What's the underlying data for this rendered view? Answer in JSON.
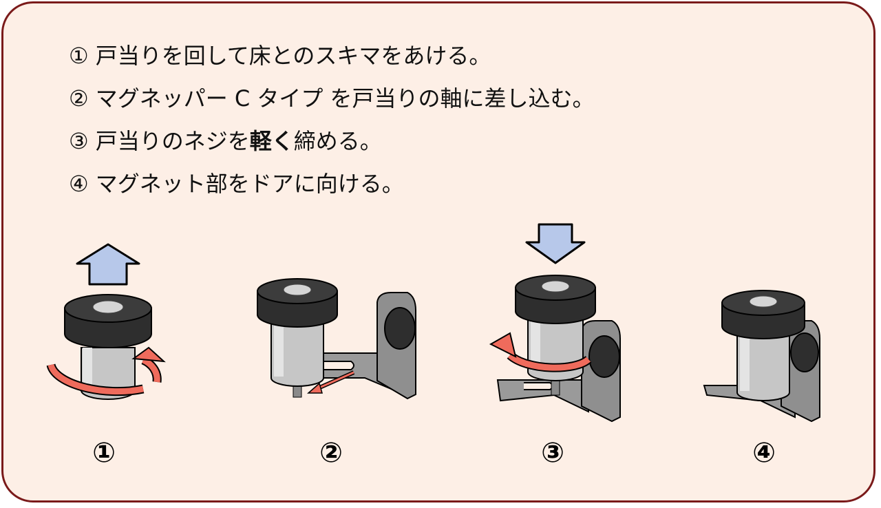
{
  "instructions": [
    {
      "num": "①",
      "text": "戸当りを回して床とのスキマをあける。"
    },
    {
      "num": "②",
      "text": "マグネッパー C タイプ を戸当りの軸に差し込む。"
    },
    {
      "num": "③",
      "pre": "戸当りのネジを",
      "bold": "軽く",
      "post": "締める。"
    },
    {
      "num": "④",
      "text": "マグネット部をドアに向ける。"
    }
  ],
  "figure_labels": [
    "①",
    "②",
    "③",
    "④"
  ],
  "colors": {
    "border": "#7a1a1a",
    "background": "#fdefe6",
    "arrow_blue": "#b7c8ea",
    "arrow_red": "#ef6b5c",
    "rubber_cap": "#2e2e2e",
    "metal_body": "#c6c6c6"
  }
}
